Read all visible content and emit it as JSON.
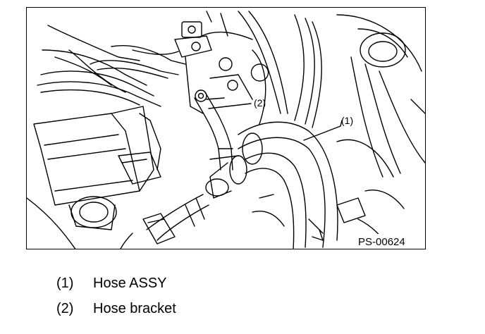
{
  "figure": {
    "code": "PS-00624",
    "callouts": [
      {
        "id": "(1)"
      },
      {
        "id": "(2)"
      }
    ]
  },
  "legend": [
    {
      "num": "(1)",
      "text": "Hose ASSY"
    },
    {
      "num": "(2)",
      "text": "Hose bracket"
    }
  ]
}
